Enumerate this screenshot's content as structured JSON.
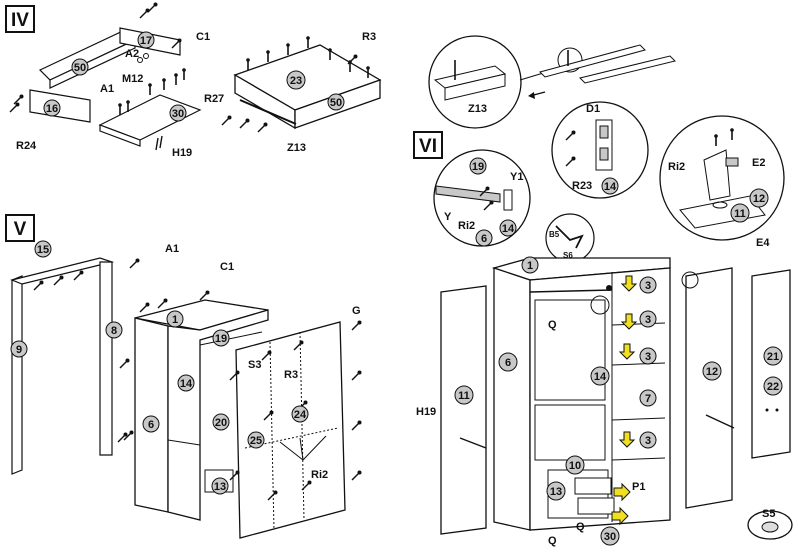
{
  "steps": {
    "iv": "IV",
    "v": "V",
    "vi": "VI"
  },
  "parts": {
    "p1": "1",
    "p3": "3",
    "p6": "6",
    "p7": "7",
    "p8": "8",
    "p9": "9",
    "p10": "10",
    "p11": "11",
    "p12": "12",
    "p13": "13",
    "p14": "14",
    "p15": "15",
    "p16": "16",
    "p17": "17",
    "p19": "19",
    "p20": "20",
    "p21": "21",
    "p22": "22",
    "p23": "23",
    "p24": "24",
    "p25": "25",
    "p30": "30",
    "p50": "50"
  },
  "hardware": {
    "c1": "C1",
    "a1": "A1",
    "a2": "A2",
    "m12": "M12",
    "r24": "R24",
    "h19": "H19",
    "r3": "R3",
    "r27": "R27",
    "z13": "Z13",
    "g": "G",
    "s3": "S3",
    "ri2": "Ri2",
    "d1": "D1",
    "r23": "R23",
    "e2": "E2",
    "e4": "E4",
    "y1": "Y1",
    "y": "Y",
    "b5": "B5",
    "s6": "S6",
    "q": "Q",
    "p1": "P1",
    "s5": "S5"
  }
}
